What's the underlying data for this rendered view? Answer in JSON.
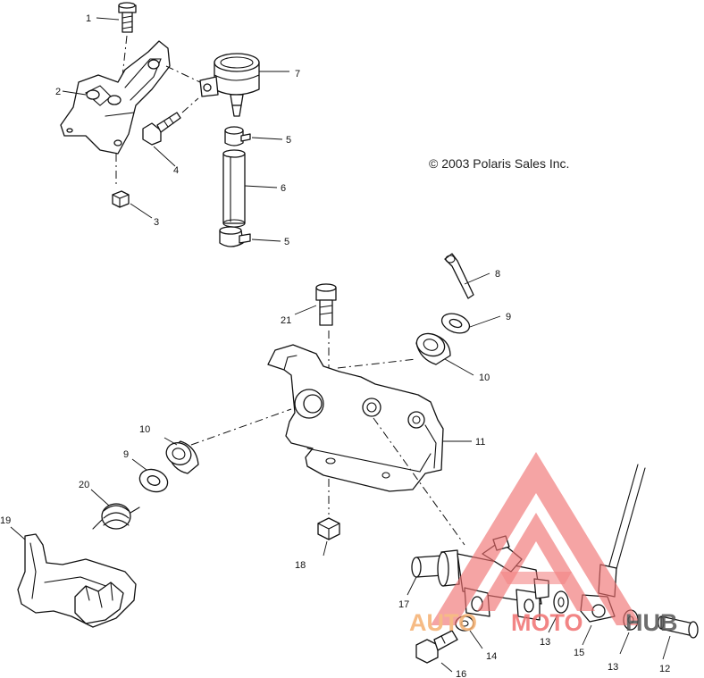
{
  "copyright": "© 2003 Polaris Sales Inc.",
  "callouts": [
    {
      "id": "c1",
      "label": "1"
    },
    {
      "id": "c2",
      "label": "2"
    },
    {
      "id": "c3",
      "label": "3"
    },
    {
      "id": "c4",
      "label": "4"
    },
    {
      "id": "c5a",
      "label": "5"
    },
    {
      "id": "c5b",
      "label": "5"
    },
    {
      "id": "c6",
      "label": "6"
    },
    {
      "id": "c7",
      "label": "7"
    },
    {
      "id": "c8",
      "label": "8"
    },
    {
      "id": "c9a",
      "label": "9"
    },
    {
      "id": "c9b",
      "label": "9"
    },
    {
      "id": "c10a",
      "label": "10"
    },
    {
      "id": "c10b",
      "label": "10"
    },
    {
      "id": "c11",
      "label": "11"
    },
    {
      "id": "c12",
      "label": "12"
    },
    {
      "id": "c13a",
      "label": "13"
    },
    {
      "id": "c13b",
      "label": "13"
    },
    {
      "id": "c14",
      "label": "14"
    },
    {
      "id": "c15",
      "label": "15"
    },
    {
      "id": "c16",
      "label": "16"
    },
    {
      "id": "c17",
      "label": "17"
    },
    {
      "id": "c18",
      "label": "18"
    },
    {
      "id": "c19",
      "label": "19"
    },
    {
      "id": "c20",
      "label": "20"
    },
    {
      "id": "c21",
      "label": "21"
    }
  ],
  "watermark": {
    "part1": "AUTO",
    "part2": "MOTO",
    "part3": "HUB",
    "color_primary": "#f07070",
    "color_secondary": "#f5b070",
    "color_dark": "#555555"
  }
}
